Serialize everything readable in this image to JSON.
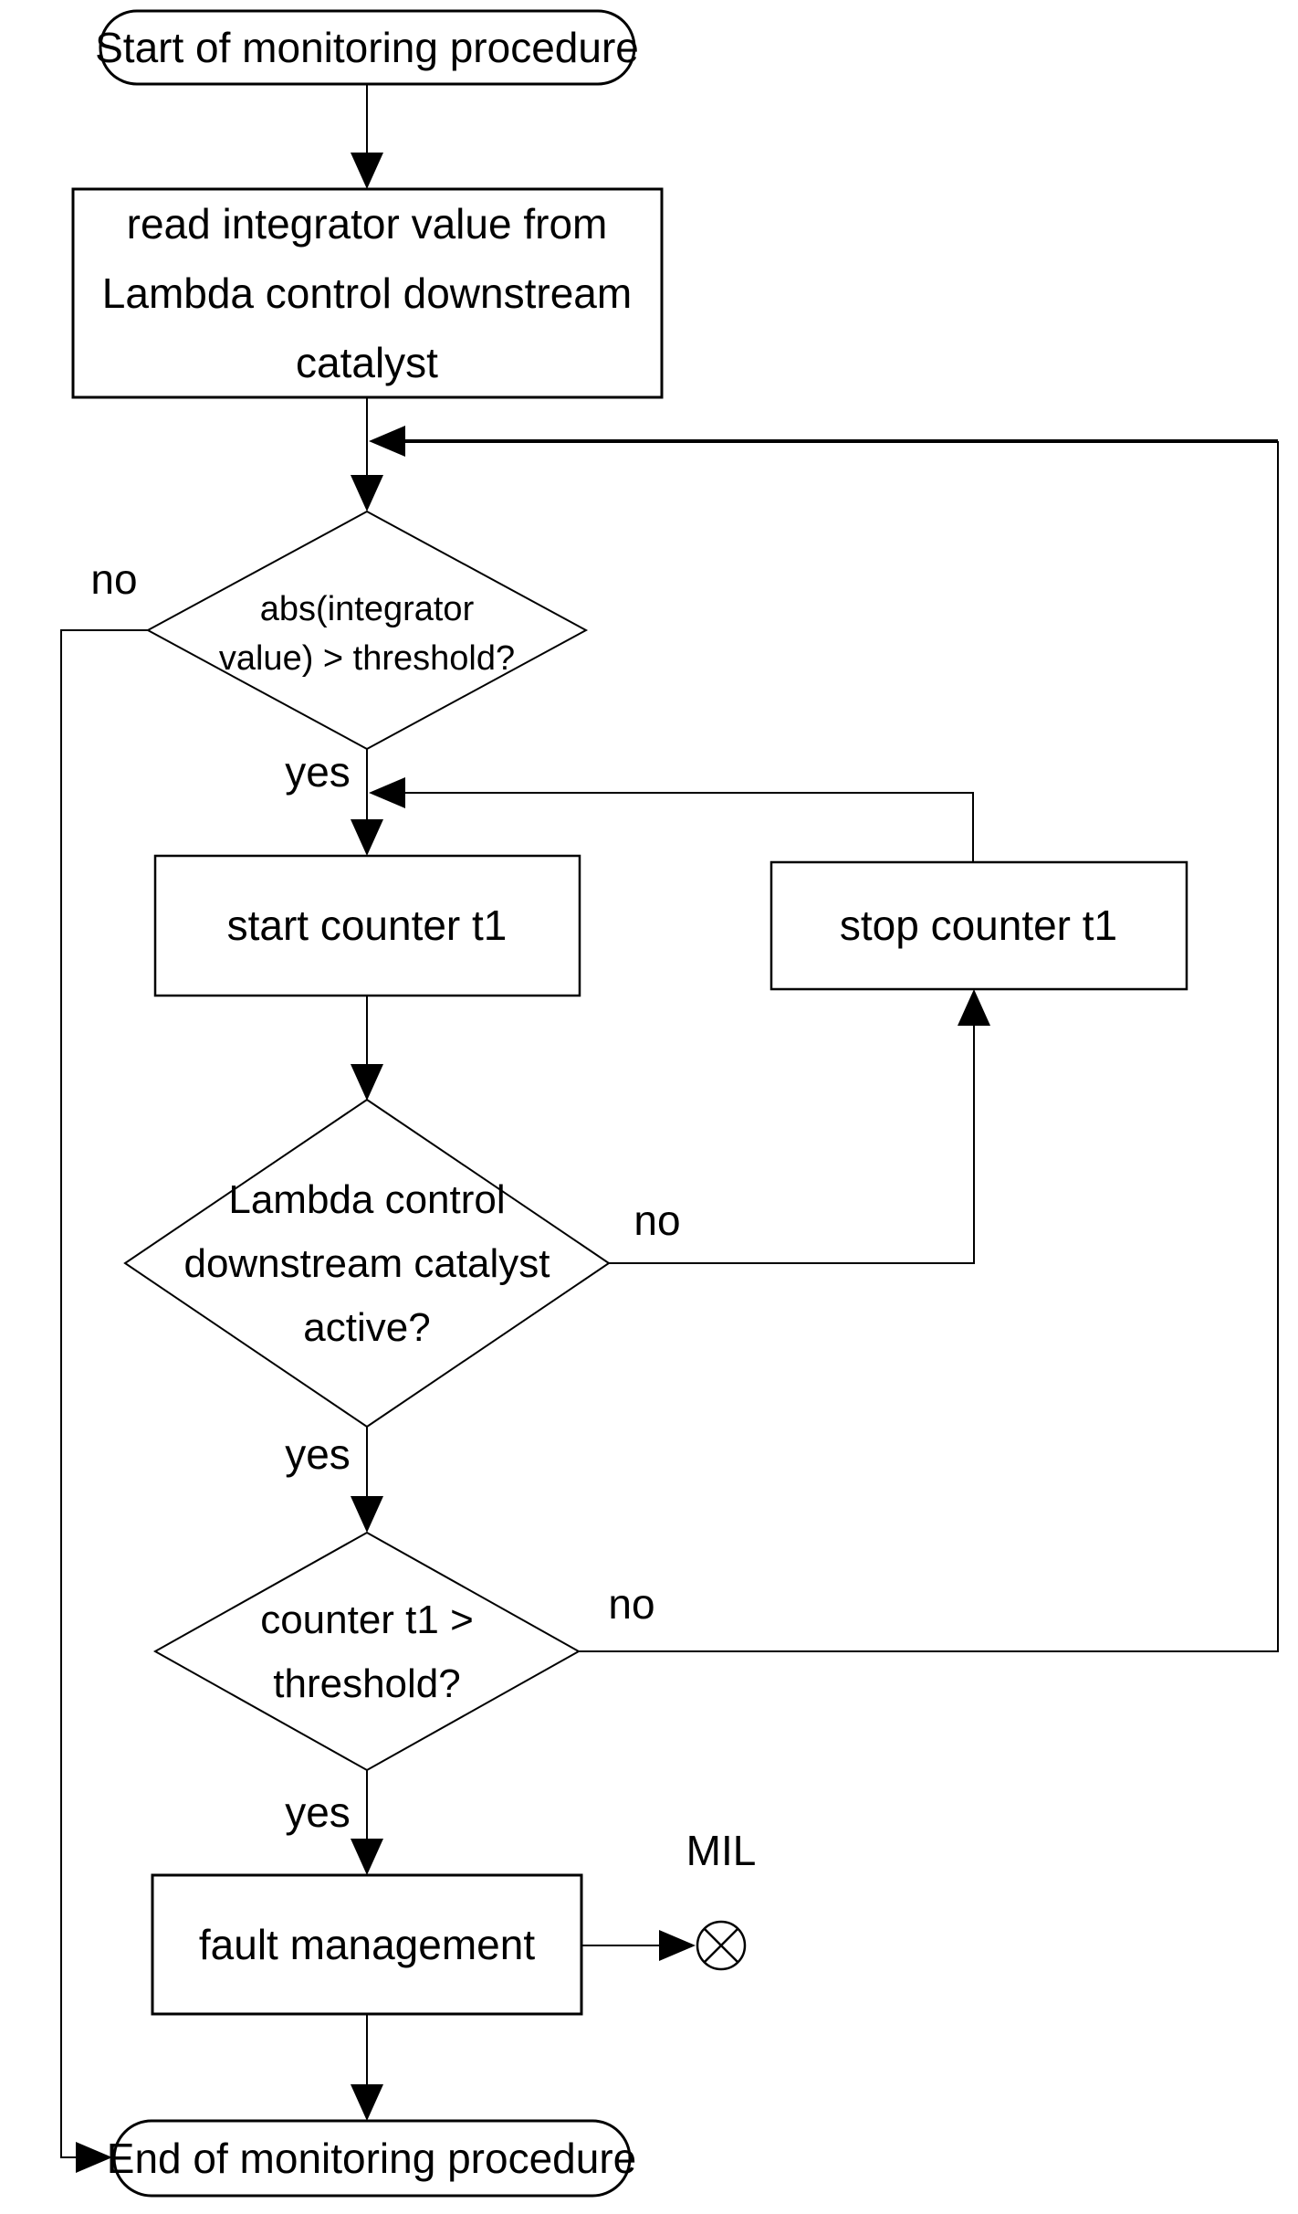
{
  "diagram": {
    "kind": "flowchart",
    "title": "OBD catalyst downstream lambda monitoring flowchart",
    "background_color": "#ffffff",
    "ink_color": "#000000"
  },
  "nodes": {
    "start": {
      "type": "terminator",
      "label": "Start of monitoring procedure"
    },
    "read_integrator": {
      "type": "process",
      "lines": [
        "read integrator value from",
        "Lambda control downstream",
        "catalyst"
      ]
    },
    "abs_check": {
      "type": "decision",
      "lines": [
        "abs(integrator",
        "value) > threshold?"
      ]
    },
    "start_counter": {
      "type": "process",
      "label": "start counter t1"
    },
    "stop_counter": {
      "type": "process",
      "label": "stop counter t1"
    },
    "lambda_check": {
      "type": "decision",
      "lines": [
        "Lambda control",
        "downstream catalyst",
        "active?"
      ]
    },
    "counter_check": {
      "type": "decision",
      "lines": [
        "counter t1 >",
        "threshold?"
      ]
    },
    "fault": {
      "type": "process",
      "label": "fault management"
    },
    "end": {
      "type": "terminator",
      "label": "End of monitoring procedure"
    },
    "mil": {
      "type": "indicator-lamp-symbol",
      "label": "MIL"
    }
  },
  "labels": {
    "abs_no": "no",
    "abs_yes": "yes",
    "lambda_no": "no",
    "lambda_yes": "yes",
    "counter_no": "no",
    "counter_yes": "yes",
    "mil": "MIL"
  }
}
